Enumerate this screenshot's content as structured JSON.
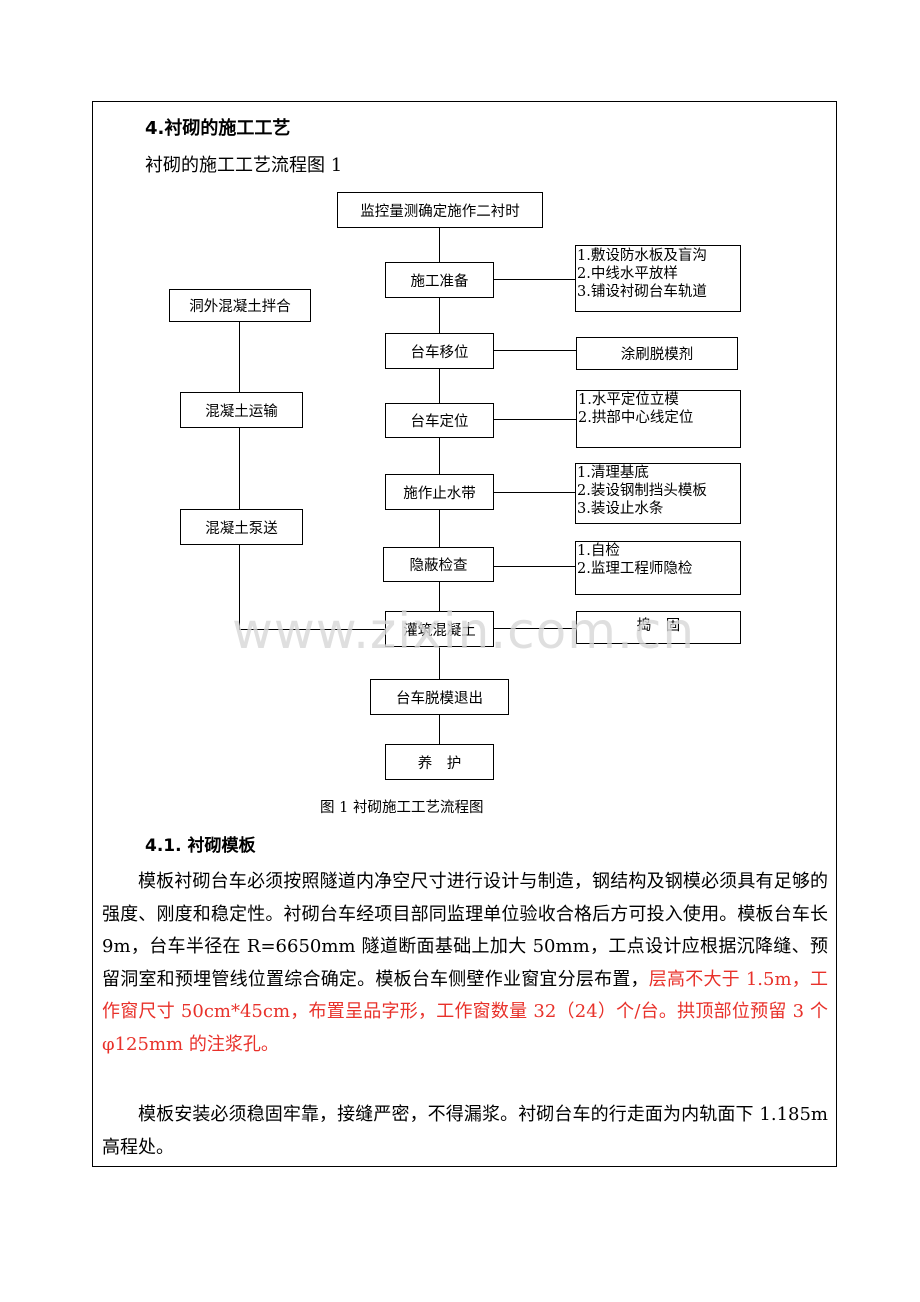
{
  "section": {
    "heading": "4.衬砌的施工工艺",
    "subtitle": "衬砌的施工工艺流程图 1"
  },
  "flowchart": {
    "top": "监控量测确定施作二衬时",
    "main": [
      "施工准备",
      "台车移位",
      "台车定位",
      "施作止水带",
      "隐蔽检查",
      "灌筑混凝土",
      "台车脱模退出",
      "养　护"
    ],
    "left": [
      "洞外混凝土拌合",
      "混凝土运输",
      "混凝土泵送"
    ],
    "side": {
      "prep": [
        "1.敷设防水板及盲沟",
        "2.中线水平放样",
        "3.铺设衬砌台车轨道"
      ],
      "move": "涂刷脱模剂",
      "position": [
        "1.水平定位立模",
        "2.拱部中心线定位"
      ],
      "waterstop": [
        "1.清理基底",
        "2.装设钢制挡头模板",
        "3.装设止水条"
      ],
      "inspect": [
        "1.自检",
        "2.监理工程师隐检"
      ],
      "pour": "捣　固"
    },
    "caption": "图 1  衬砌施工工艺流程图"
  },
  "subsection": {
    "heading": "4.1. 衬砌模板",
    "para1_a": "模板衬砌台车必须按照隧道内净空尺寸进行设计与制造，钢结构及钢模必须具有足够的强度、刚度和稳定性。衬砌台车经项目部同监理单位验收合格后方可投入使用。模板台车长 9m，台车半径在 R=6650mm 隧道断面基础上加大 50mm，工点设计应根据沉降缝、预留洞室和预埋管线位置综合确定。模板台车侧壁作业窗宜分层布置，",
    "para1_b": "层高不大于 1.5m，工作窗尺寸 50cm*45cm，布置呈品字形，工作窗数量 32（24）个/台。拱顶部位预留 3 个φ125mm 的注浆孔。",
    "para2": "模板安装必须稳固牢靠，接缝严密，不得漏浆。衬砌台车的行走面为内轨面下 1.185m 高程处。"
  },
  "watermark": "www.zixin.com.cn",
  "colors": {
    "highlight": "#e8312a"
  }
}
